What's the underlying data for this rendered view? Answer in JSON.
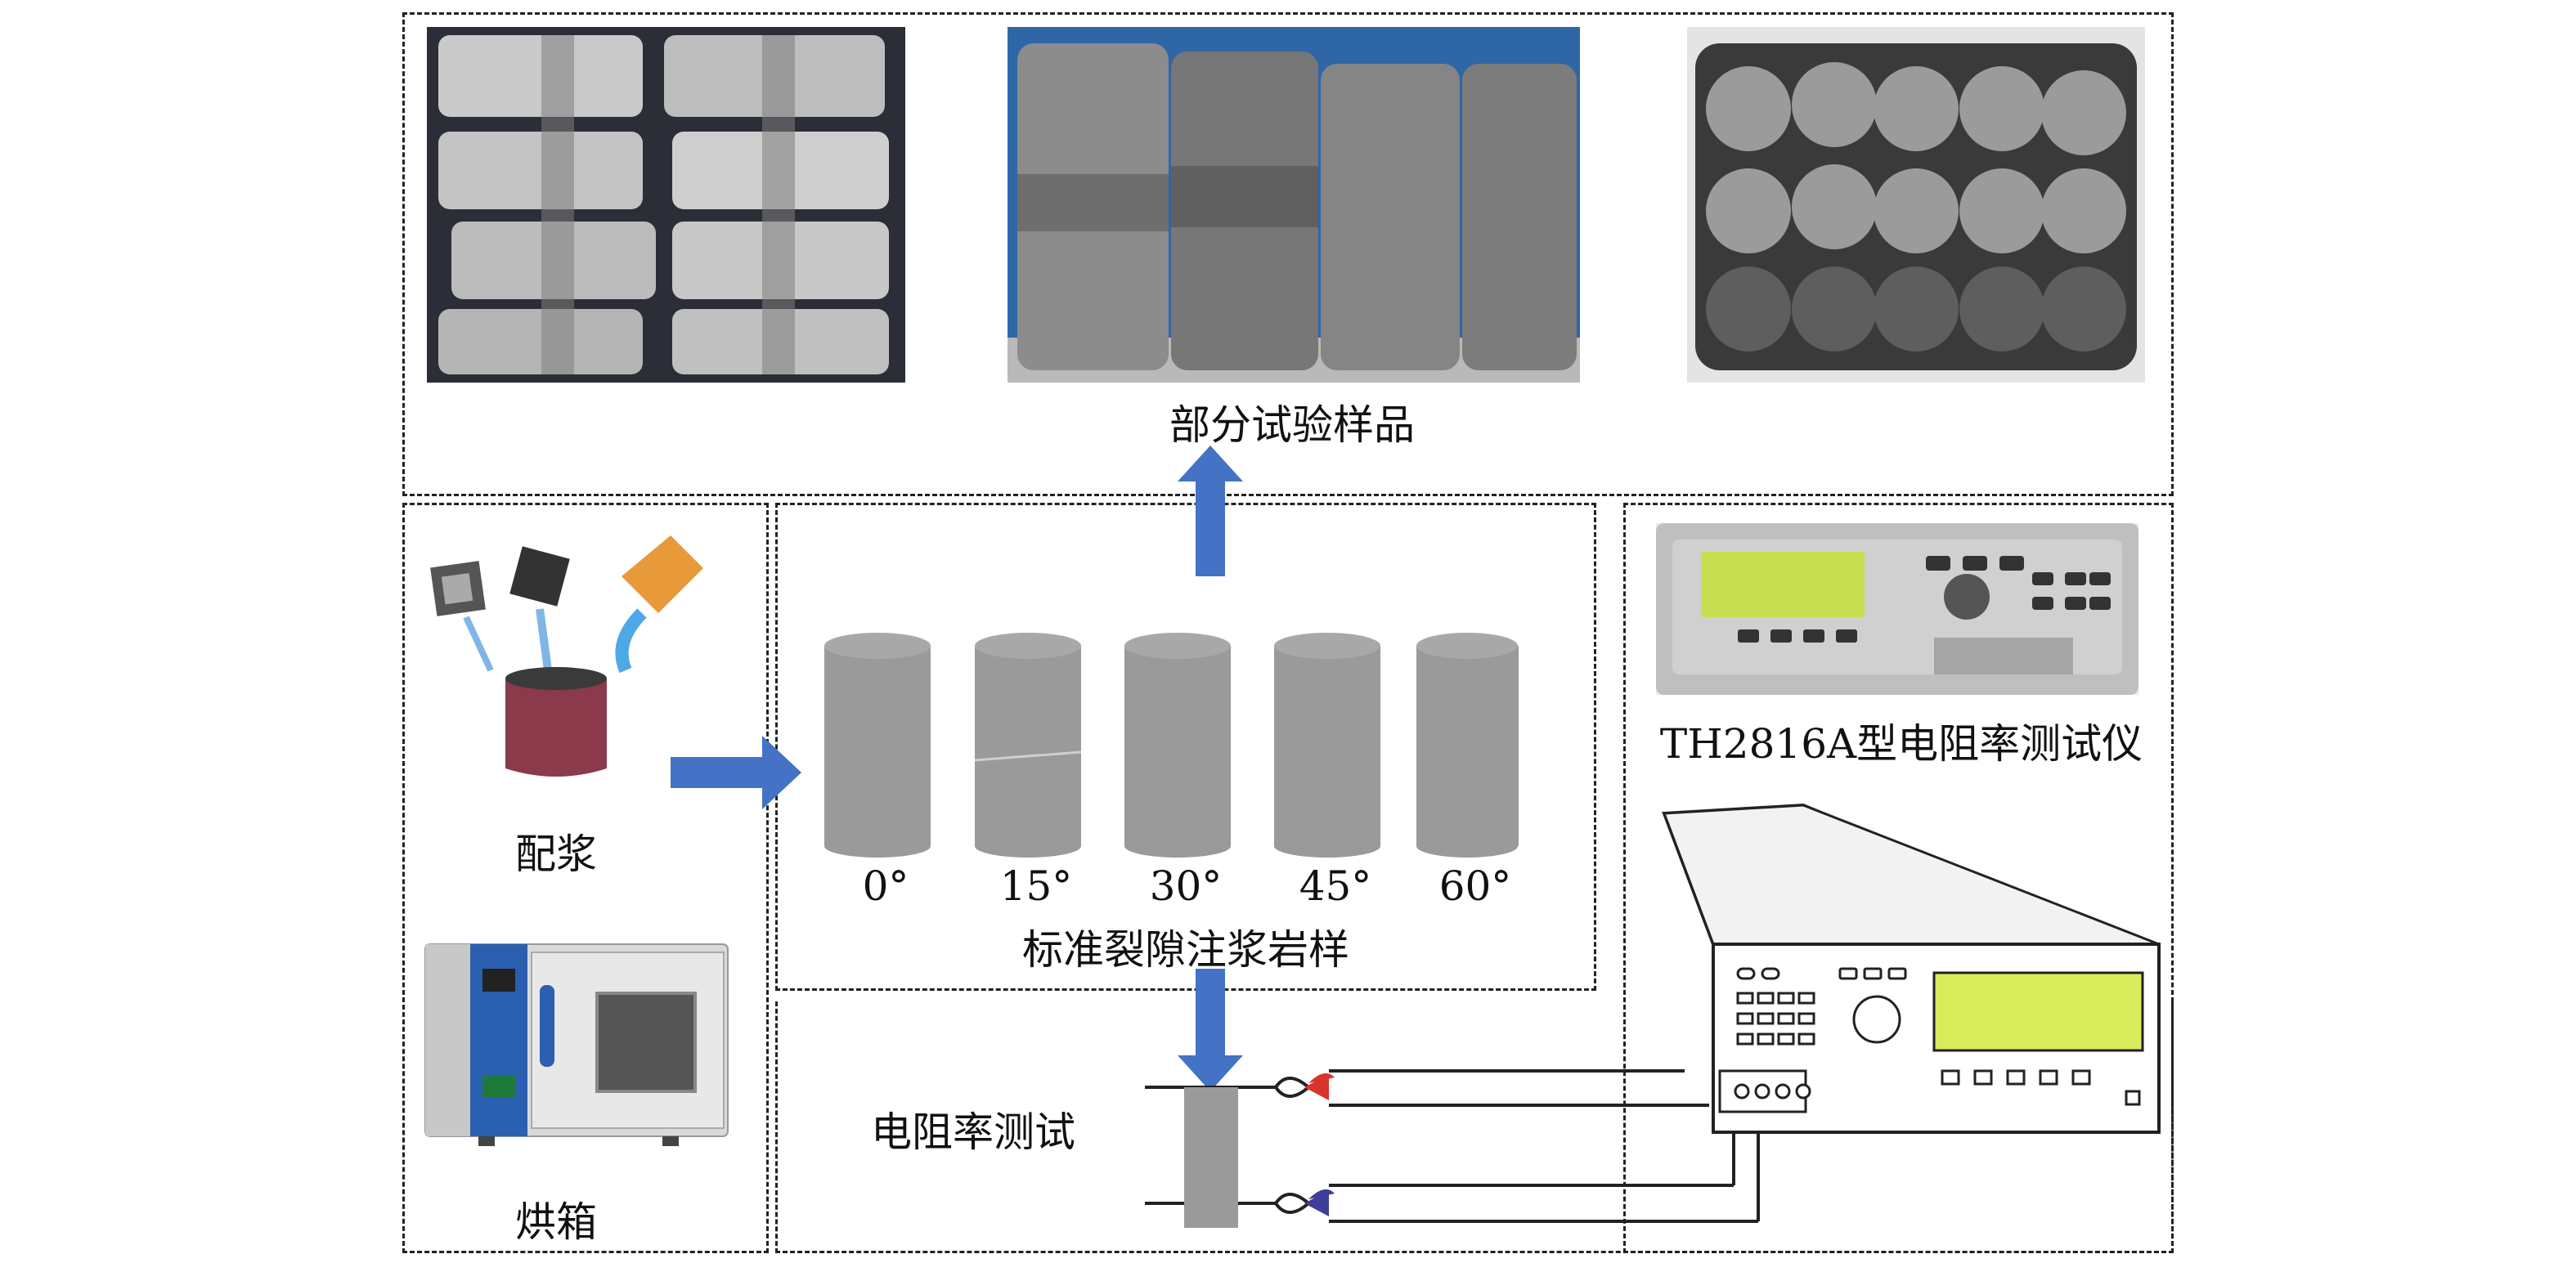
{
  "labels": {
    "samples_caption": "部分试验样品",
    "mixing": "配浆",
    "oven": "烘箱",
    "standard_samples": "标准裂隙注浆岩样",
    "resistivity_test": "电阻率测试",
    "instrument": "TH2816A型电阻率测试仪"
  },
  "fracture_angles": [
    "0°",
    "15°",
    "30°",
    "45°",
    "60°"
  ],
  "colors": {
    "arrow": "#4472c4",
    "cylinder": "#9a9a9a",
    "lcd": "#d9ec5c",
    "clip_red": "#d9342b",
    "clip_blue": "#3d3d9a",
    "beaker": "#8a3a4a"
  }
}
